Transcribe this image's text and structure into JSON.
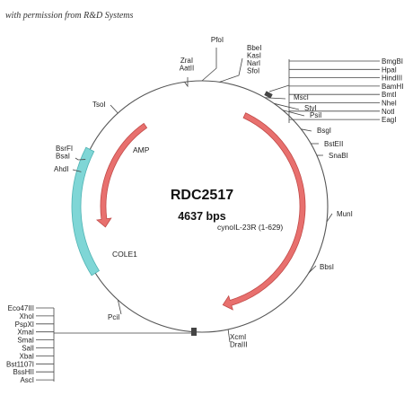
{
  "permission_note": "with permission from R&D Systems",
  "plasmid": {
    "name": "RDC2517",
    "size": "4637 bps",
    "backbone_color": "#555555"
  },
  "colors": {
    "arrow_fill": "#e8706e",
    "arrow_stroke": "#c04a48",
    "ori_fill": "#7fd6d6",
    "ori_stroke": "#4fb3b3"
  },
  "features": [
    {
      "id": "insert",
      "label": "cynoIL-23R (1-629)",
      "type": "arrow",
      "direction": "clockwise",
      "start_deg": 25,
      "end_deg": 168
    },
    {
      "id": "amp",
      "label": "AMP",
      "type": "arrow",
      "direction": "counterclockwise",
      "start_deg": 325,
      "end_deg": 258
    },
    {
      "id": "ori",
      "label": "COLE1",
      "type": "block",
      "start_deg": 238,
      "end_deg": 297
    }
  ],
  "sites": [
    {
      "label": "ZraI",
      "deg": 352
    },
    {
      "label": "AatII",
      "deg": 352
    },
    {
      "label": "PfoI",
      "deg": 0
    },
    {
      "label": "BbeI",
      "deg": 8
    },
    {
      "label": "KasI",
      "deg": 8
    },
    {
      "label": "NarI",
      "deg": 8
    },
    {
      "label": "SfoI",
      "deg": 8
    },
    {
      "label": "MscI",
      "deg": 30
    },
    {
      "label": "StyI",
      "deg": 35
    },
    {
      "label": "PsiI",
      "deg": 40
    },
    {
      "label": "BsgI",
      "deg": 52
    },
    {
      "label": "BstEII",
      "deg": 60
    },
    {
      "label": "SnaBI",
      "deg": 66
    },
    {
      "label": "MunI",
      "deg": 97
    },
    {
      "label": "BbsI",
      "deg": 122
    },
    {
      "label": "XcmI",
      "deg": 168
    },
    {
      "label": "DraIII",
      "deg": 168
    },
    {
      "label": "PciI",
      "deg": 222
    },
    {
      "label": "AhdI",
      "deg": 286
    },
    {
      "label": "BsrFI",
      "deg": 292
    },
    {
      "label": "BsaI",
      "deg": 292
    },
    {
      "label": "TsoI",
      "deg": 318
    }
  ],
  "top_stack": [
    "BmgBI",
    "HpaI",
    "HindIII",
    "BamHI",
    "BmtI",
    "NheI",
    "NotI",
    "EagI"
  ],
  "bottom_stack": [
    "Eco47III",
    "XhoI",
    "PspXI",
    "XmaI",
    "SmaI",
    "SalI",
    "XbaI",
    "Bst1107I",
    "BssHII",
    "AscI"
  ]
}
